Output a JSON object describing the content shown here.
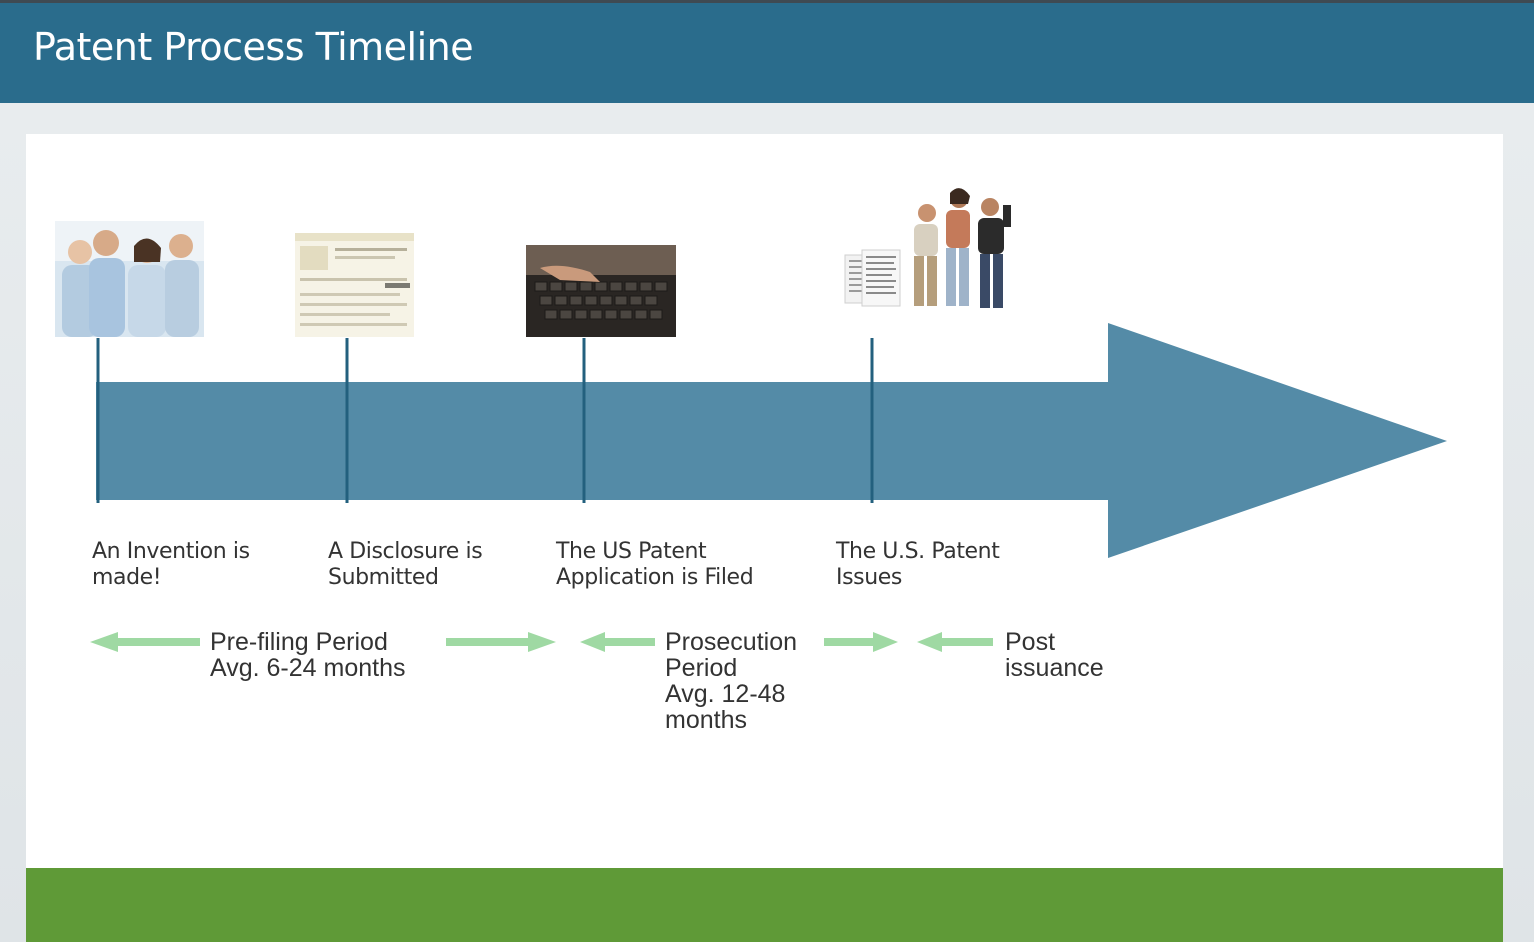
{
  "header": {
    "title": "Patent Process Timeline"
  },
  "colors": {
    "header": "#2a6c8c",
    "arrow": "#548ba7",
    "tick": "#23607e",
    "period_arrow": "#9fd9a3",
    "footer": "#5f9a37"
  },
  "milestones": [
    {
      "label": "An Invention is\nmade!",
      "image": "team-photo"
    },
    {
      "label": "A Disclosure is\nSubmitted",
      "image": "disclosure-form-screenshot"
    },
    {
      "label": "The US Patent\nApplication is Filed",
      "image": "keyboard-typing-photo"
    },
    {
      "label": "The U.S. Patent\nIssues",
      "image": "patent-document-and-celebrating-people"
    }
  ],
  "periods": [
    {
      "label": "Pre-filing Period\nAvg. 6-24 months"
    },
    {
      "label": "Prosecution\nPeriod\nAvg. 12-48\nmonths"
    },
    {
      "label": "Post\nissuance"
    }
  ]
}
